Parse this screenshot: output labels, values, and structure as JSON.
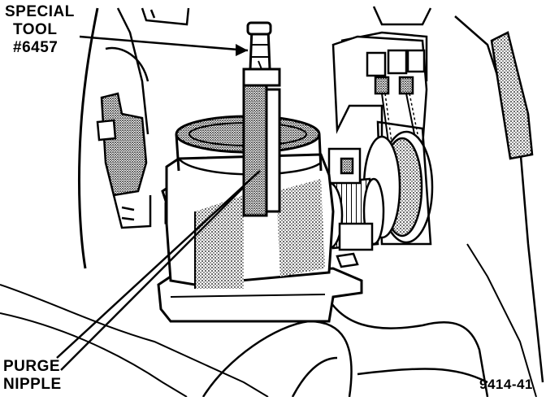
{
  "labels": {
    "special_tool": [
      "SPECIAL",
      "TOOL",
      "#6457"
    ],
    "purge_nipple": [
      "PURGE",
      "NIPPLE"
    ],
    "figure_number": "9414-41"
  },
  "colors": {
    "ink": "#000000",
    "paper": "#ffffff",
    "stipple": "#9a9a9a"
  }
}
